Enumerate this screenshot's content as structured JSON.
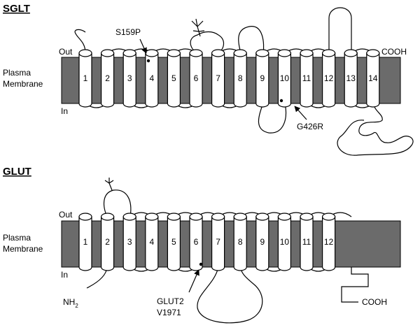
{
  "colors": {
    "membrane": "#6b6b6b",
    "line": "#000000",
    "helix": "#ffffff"
  },
  "sglt": {
    "title": "SGLT",
    "out_label": "Out",
    "in_label": "In",
    "membrane_label_1": "Plasma",
    "membrane_label_2": "Membrane",
    "cooh_label": "COOH",
    "helices": [
      "1",
      "2",
      "3",
      "4",
      "5",
      "6",
      "7",
      "8",
      "9",
      "10",
      "11",
      "12",
      "13",
      "14"
    ],
    "mutation_1": "S159P",
    "mutation_2": "G426R"
  },
  "glut": {
    "title": "GLUT",
    "out_label": "Out",
    "in_label": "In",
    "membrane_label_1": "Plasma",
    "membrane_label_2": "Membrane",
    "nh2_label": "NH",
    "nh2_sub": "2",
    "cooh_label": "COOH",
    "helices": [
      "1",
      "2",
      "3",
      "4",
      "5",
      "6",
      "7",
      "8",
      "9",
      "10",
      "11",
      "12"
    ],
    "mutation_line_1": "GLUT2",
    "mutation_line_2": "V1971"
  }
}
